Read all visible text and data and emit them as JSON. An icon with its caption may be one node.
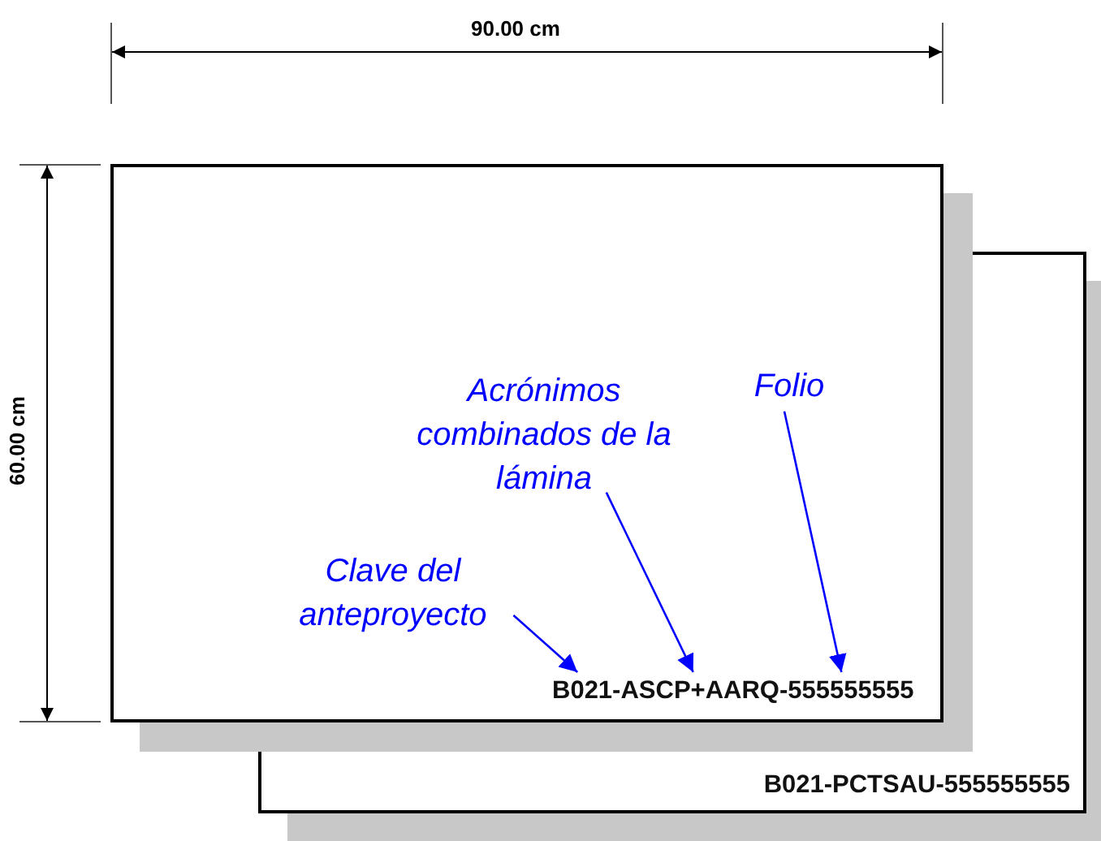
{
  "diagram": {
    "nodes": [
      {
        "text": [],
        "shape": "box"
      },
      {
        "text": [
          "Acrónimos combinados de la lámina"
        ]
      },
      {
        "text": [
          "Folio"
        ]
      },
      {
        "text": [
          "Clave del anteproyecto"
        ]
      },
      {
        "text": [
          "B021-ASCP+AARQ-555555555"
        ]
      },
      {
        "text": [
          "B021-PCTSAU-555555555"
        ]
      }
    ],
    "edges": [
      {
        "from": 1,
        "to": 4,
        "arrow": "to"
      },
      {
        "from": 2,
        "to": 4,
        "arrow": "to"
      },
      {
        "from": 3,
        "to": 4,
        "arrow": "to"
      }
    ],
    "labels": [
      "90.00 cm",
      "60.00 cm"
    ]
  }
}
